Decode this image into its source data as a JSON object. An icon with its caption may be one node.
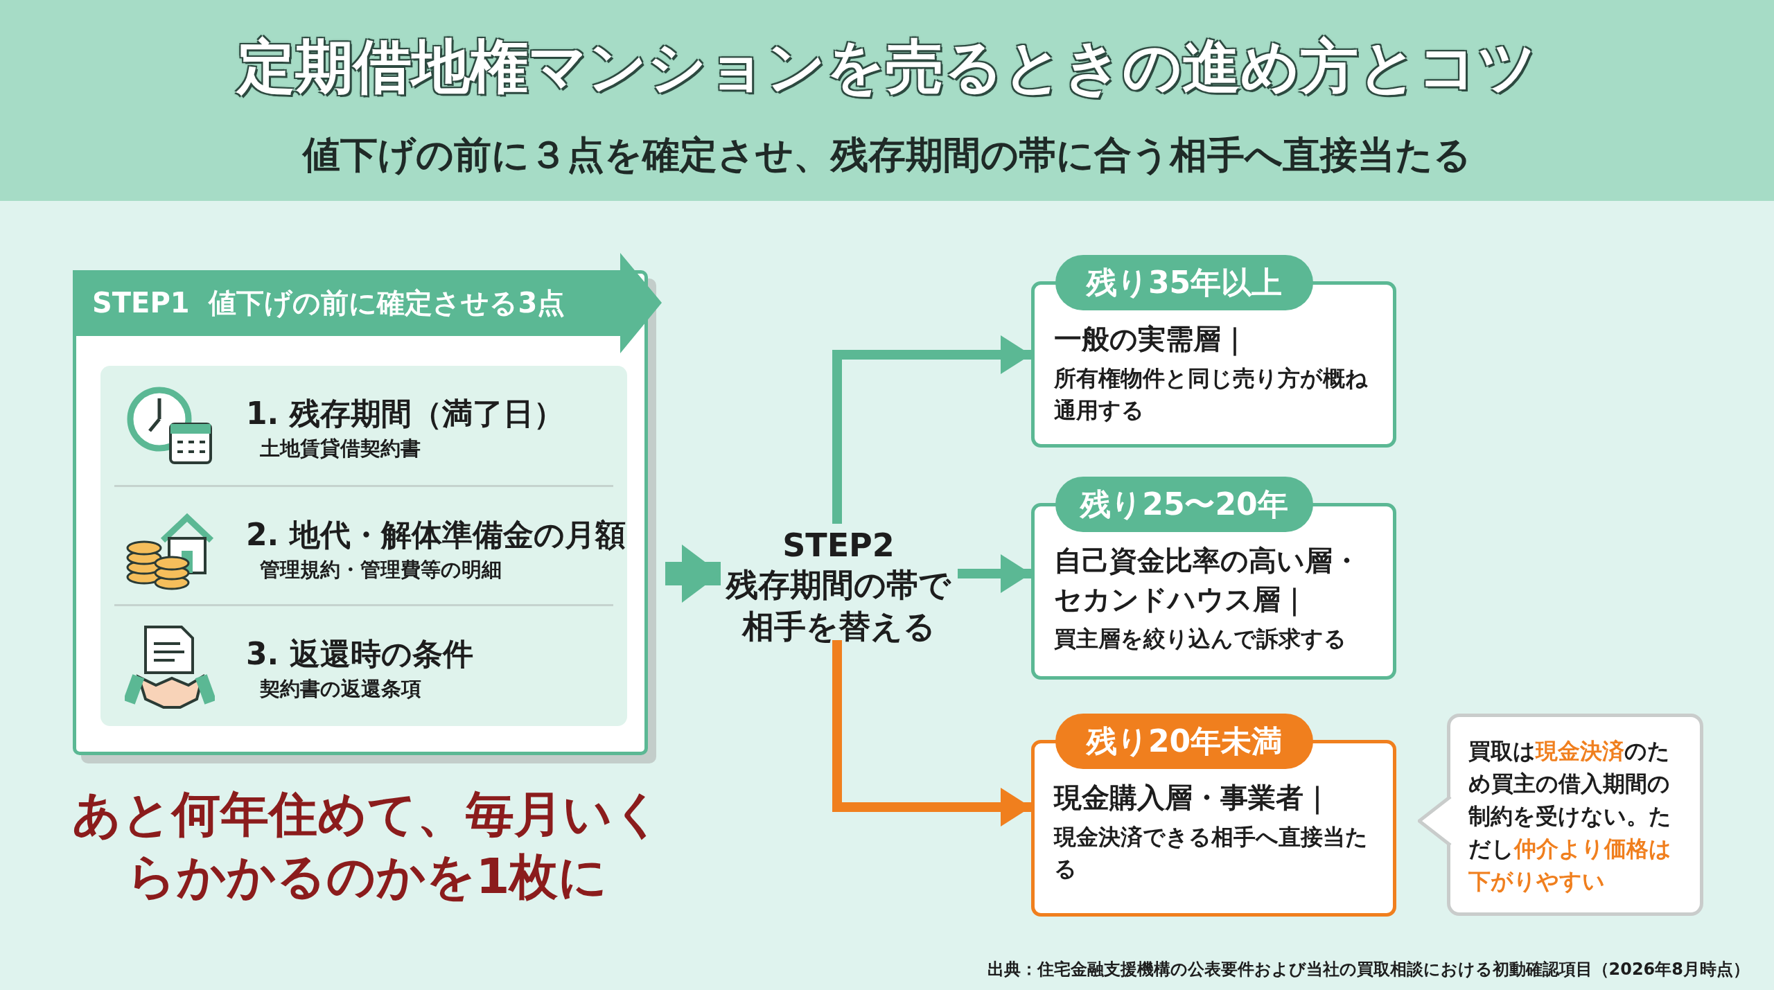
{
  "diagram": {
    "title": "定期借地権マンションを売るときの進め方とコツ",
    "nodes": [
      {
        "text": [
          "STEP1  値下げの前に確定させる3点"
        ]
      },
      {
        "text": [
          "1. 残存期間（満了日）",
          "土地賃貸借契約書"
        ],
        "in": 0
      },
      {
        "text": [
          "2. 地代・解体準備金の月額",
          "管理規約・管理費等の明細"
        ],
        "in": 0
      },
      {
        "text": [
          "3. 返還時の条件",
          "契約書の返還条項"
        ],
        "in": 0
      },
      {
        "text": [
          "STEP2",
          "残存期間の帯で相手を替える"
        ]
      },
      {
        "text": [
          "残り35年以上",
          "一般の実需層｜",
          "所有権物件と同じ売り方が概ね通用する"
        ]
      },
      {
        "text": [
          "残り25〜20年",
          "自己資金比率の高い層・セカンドハウス層｜",
          "買主層を絞り込んで訴求する"
        ]
      },
      {
        "text": [
          "残り20年未満",
          "現金購入層・事業者｜",
          "現金決済できる相手へ直接当たる"
        ]
      },
      {
        "text": [
          "買取は**現金決済**のため買主の借入期間の制約を受けない。ただし**仲介より価格は下がりやすい**"
        ]
      }
    ],
    "edges": [
      {
        "from": 0,
        "to": 4,
        "arrow": "to",
        "style": "thick"
      },
      {
        "from": 4,
        "to": 5,
        "arrow": "to"
      },
      {
        "from": 4,
        "to": 6,
        "arrow": "to"
      },
      {
        "from": 4,
        "to": 7,
        "arrow": "to",
        "color": "#f07f1e"
      }
    ],
    "labels": [
      "値下げの前に３点を確定させ、残存期間の帯に合う相手へ直接当たる",
      "あと何年住めて、毎月いくらかかるのかを1枚に",
      "出典：住宅金融支援機構の公表要件および当社の買取相談における初動確認項目（2026年8月時点）"
    ]
  }
}
